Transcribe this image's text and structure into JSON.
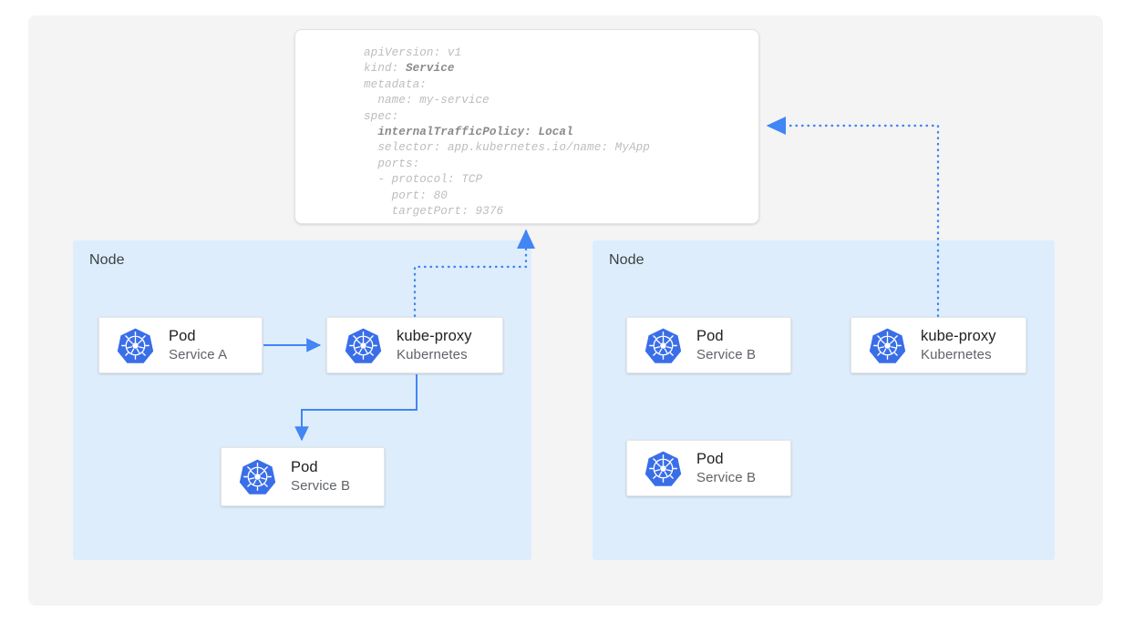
{
  "diagram": {
    "title": "Kubernetes Service internalTrafficPolicy Local",
    "accent_color": "#4285f4",
    "node_bg_color": "#deedfc",
    "canvas_bg_color": "#f4f4f4"
  },
  "yaml": {
    "icon": "yaml-manifest-icon",
    "lines": [
      {
        "text": "apiVersion: v1",
        "bold": ""
      },
      {
        "text": "kind: ",
        "bold": "Service"
      },
      {
        "text": "metadata:",
        "bold": ""
      },
      {
        "text": "  name: my-service",
        "bold": ""
      },
      {
        "text": "spec:",
        "bold": ""
      },
      {
        "text": "  ",
        "bold": "internalTrafficPolicy: Local"
      },
      {
        "text": "  selector: app.kubernetes.io/name: MyApp",
        "bold": ""
      },
      {
        "text": "  ports:",
        "bold": ""
      },
      {
        "text": "  - protocol: TCP",
        "bold": ""
      },
      {
        "text": "    port: 80",
        "bold": ""
      },
      {
        "text": "    targetPort: 9376",
        "bold": ""
      }
    ]
  },
  "nodes": [
    {
      "label": "Node",
      "cards": [
        {
          "title": "Pod",
          "subtitle": "Service A",
          "icon": "kubernetes-icon"
        },
        {
          "title": "kube-proxy",
          "subtitle": "Kubernetes",
          "icon": "kubernetes-icon"
        },
        {
          "title": "Pod",
          "subtitle": "Service B",
          "icon": "kubernetes-icon"
        }
      ]
    },
    {
      "label": "Node",
      "cards": [
        {
          "title": "Pod",
          "subtitle": "Service B",
          "icon": "kubernetes-icon"
        },
        {
          "title": "kube-proxy",
          "subtitle": "Kubernetes",
          "icon": "kubernetes-icon"
        },
        {
          "title": "Pod",
          "subtitle": "Service B",
          "icon": "kubernetes-icon"
        }
      ]
    }
  ],
  "connectors": [
    {
      "name": "pod-a-to-kube-proxy",
      "style": "solid",
      "from": "Pod Service A",
      "to": "kube-proxy"
    },
    {
      "name": "kube-proxy-to-pod-b",
      "style": "solid",
      "from": "kube-proxy",
      "to": "Pod Service B"
    },
    {
      "name": "kube-proxy-left-to-service-manifest",
      "style": "dotted",
      "from": "kube-proxy",
      "to": "Service manifest"
    },
    {
      "name": "kube-proxy-right-to-service-manifest",
      "style": "dotted",
      "from": "kube-proxy",
      "to": "Service manifest"
    }
  ]
}
